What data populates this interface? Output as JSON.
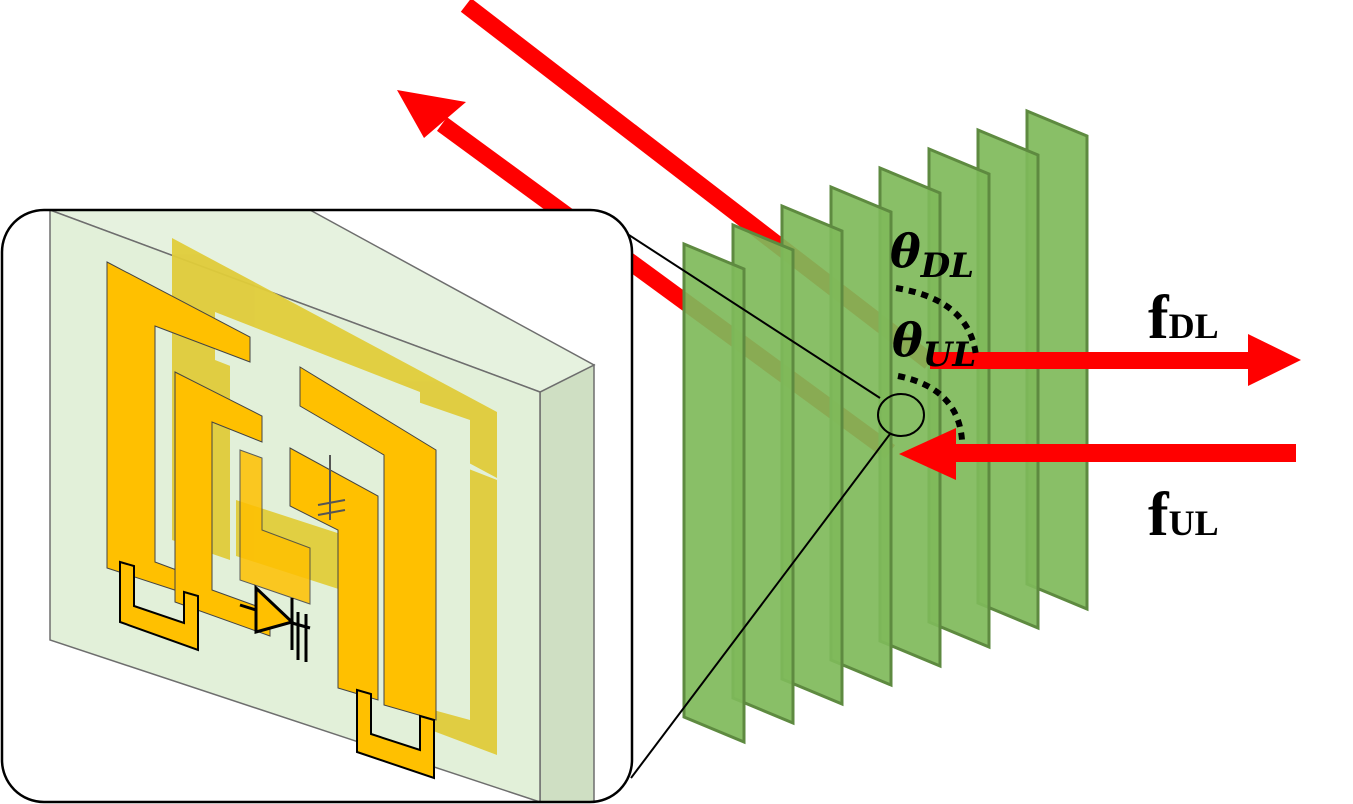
{
  "labels": {
    "theta": "θ",
    "theta_dl_sub": "DL",
    "theta_ul_sub": "UL",
    "freq_symbol": "f",
    "freq_dl_sub": "DL",
    "freq_ul_sub": "UL"
  },
  "colors": {
    "beam": "#ff0000",
    "panel_fill": "#7fba5a",
    "panel_stroke": "#5e8a40",
    "substrate": "#e2f0d9",
    "substrate_side": "#cfdfc3",
    "metal_front": "#ffc000",
    "metal_back": "#e0cc3a"
  },
  "icons": {
    "diode": "diode-icon",
    "capacitor": "capacitor-icon"
  }
}
